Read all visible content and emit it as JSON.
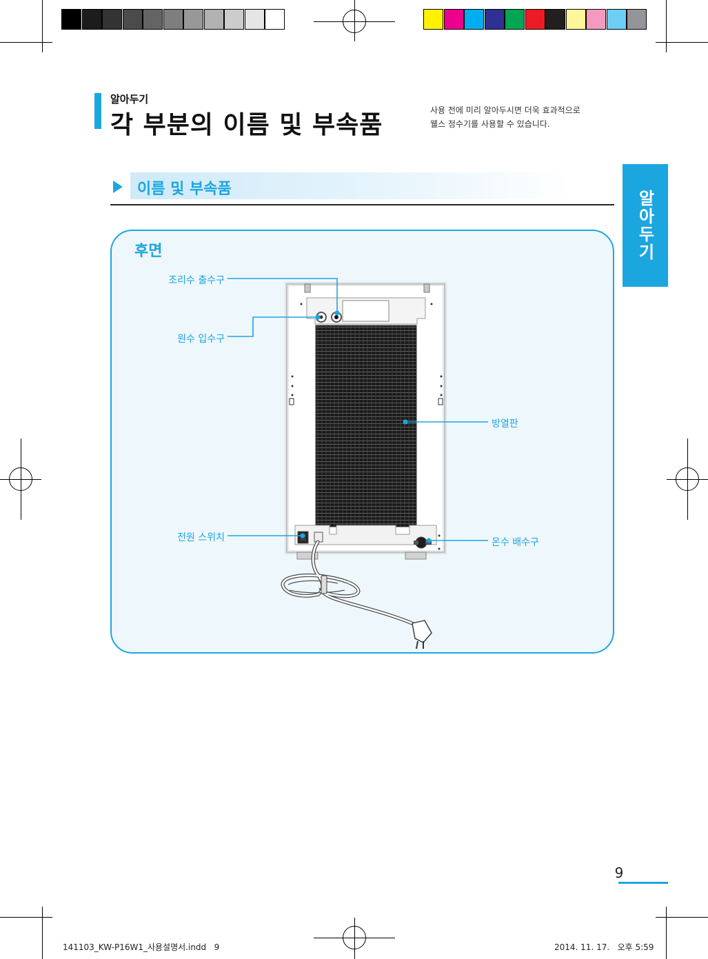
{
  "colors": {
    "accent": "#1ba6e0",
    "panel_bg": "#eef7fc",
    "gray_swatches": [
      "#000000",
      "#1c1c1c",
      "#333333",
      "#4b4b4b",
      "#646464",
      "#7e7e7e",
      "#989898",
      "#b2b2b2",
      "#cccccc",
      "#e5e5e5",
      "#ffffff"
    ],
    "color_swatches": [
      "#fff200",
      "#ec008c",
      "#00aeef",
      "#2e3192",
      "#00a651",
      "#ed1c24",
      "#231f20",
      "#fff799",
      "#f49ac1",
      "#6dcff6",
      "#939598"
    ]
  },
  "header": {
    "subtitle": "알아두기",
    "title": "각 부분의 이름 및 부속품",
    "intro_line1": "사용 전에 미리 알아두시면 더욱 효과적으로",
    "intro_line2": "웰스 정수기를 사용할 수 있습니다."
  },
  "side_tab": {
    "label": "알아두기"
  },
  "section": {
    "title": "이름 및 부속품"
  },
  "panel": {
    "title": "후면",
    "callouts": {
      "cooking_outlet": "조리수 출수구",
      "raw_water_inlet": "원수 입수구",
      "heat_radiator": "방열판",
      "power_switch": "전원 스위치",
      "hot_water_drain": "온수 배수구"
    }
  },
  "page": {
    "number": "9"
  },
  "footer": {
    "file": "141103_KW-P16W1_사용설명서.indd   9",
    "timestamp": "2014. 11. 17.   오후 5:59"
  }
}
